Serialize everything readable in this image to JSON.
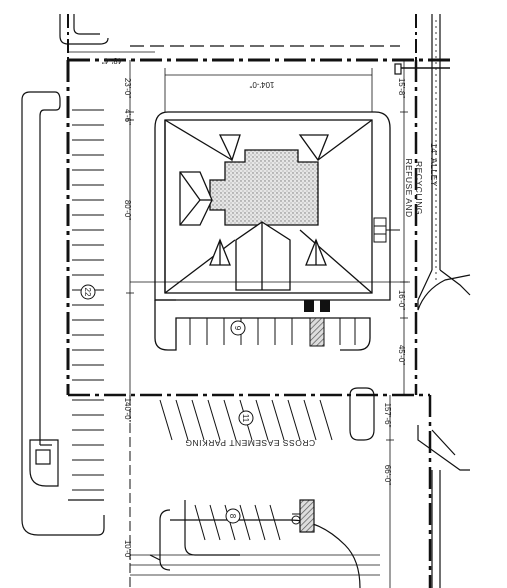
{
  "labels": {
    "width_top": "104'-0\"",
    "dim_top_left": "48'-4\"",
    "dim_left_top": "23'-0\"",
    "dim_left_small": "4'-6\"",
    "dim_building": "80'-0\"",
    "dim_right_top": "15'-8\"",
    "dim_right_bottom": "16'-0\"",
    "dim_mid_right": "45'-0\"",
    "dim_lower_left": "140'-0\"",
    "dim_lower_right1": "157'-6\"",
    "dim_lower_right2": "66'-0\"",
    "dim_bottom": "10'-0\"",
    "refuse": "REFUSE AND",
    "recycling": "RECYCLING",
    "alley": "14' ALLEY",
    "easement": "CROSS EASEMENT PARKING",
    "stall_22": "22",
    "stall_9": "9",
    "stall_11": "11",
    "stall_8": "8"
  },
  "colors": {
    "line": "#111111",
    "hatch": "#555555",
    "stipple": "#bdbdbd"
  }
}
